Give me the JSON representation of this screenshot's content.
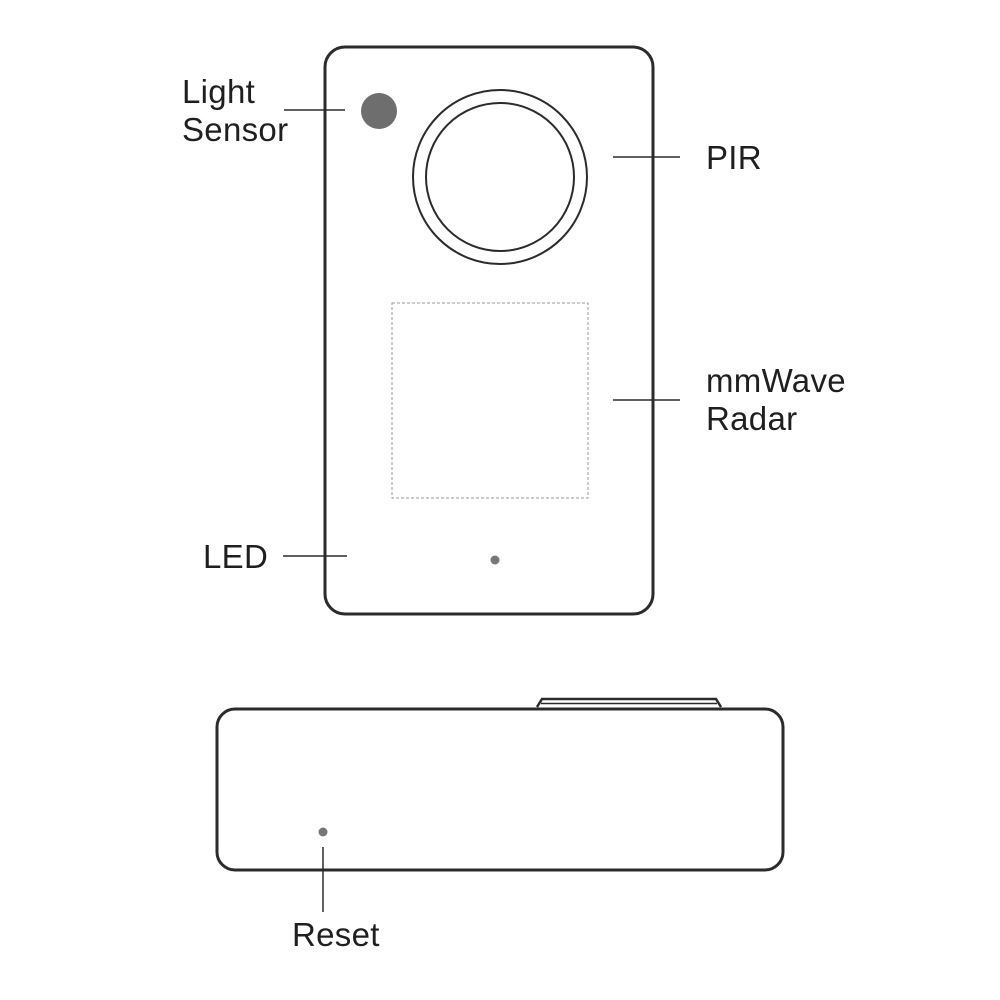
{
  "labels": {
    "light_sensor": [
      "Light",
      "Sensor"
    ],
    "pir": "PIR",
    "mmwave_radar": [
      "mmWave",
      "Radar"
    ],
    "led": "LED",
    "reset": "Reset"
  },
  "colors": {
    "outline": "#2b2b2b",
    "sensor_fill": "#6e6e6e",
    "dot_fill": "#777777",
    "dashed": "#9a9a9a",
    "text": "#1f1f1f"
  }
}
